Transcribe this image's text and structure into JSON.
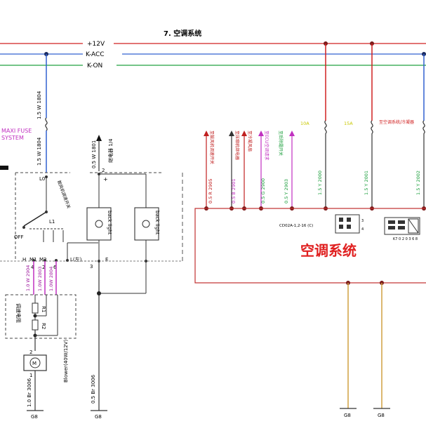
{
  "title": "7. 空调系统",
  "rails": {
    "plus12v": "+12V",
    "kacc": "K-ACC",
    "kon": "K-ON"
  },
  "fuse": {
    "line1": "MAXI FUSE",
    "line2": "SYSTEM"
  },
  "switch": {
    "term_lo": "L0",
    "term_l1": "L1",
    "off": "OFF",
    "pos_h": "H",
    "pos_m1": "M1",
    "pos_m2": "M2",
    "pos_l": "L(左)",
    "pin4": "4",
    "pin2": "2",
    "pin6": "6",
    "pin1": "1",
    "pin3": "3",
    "hint": "鼓风机调速开关"
  },
  "relay": {
    "pin2": "2",
    "pin_plus": "+",
    "pin3": "3",
    "pin_e": "E"
  },
  "resistor": {
    "r1": "R1",
    "r2": "R2",
    "box_label": "调速电阻"
  },
  "motor": {
    "pin2": "2",
    "pin1": "1",
    "label": "Blower(40W/12V)"
  },
  "wires": {
    "w_rail_fuse": "1.5 W 1804",
    "w_fuse_sw": "1.5 W 1804",
    "w_relay_in": "0.5 W 1801",
    "w_relay_out": "继电器 1/4",
    "w_h": "1.0 W 2904",
    "w_m1": "1.0W 2803",
    "w_m2": "1.0W 2804",
    "w_motor_gnd": "1.0 Br 3006",
    "w_relay_gnd": "0.5 Br 3006"
  },
  "grounds": {
    "g1": "G8",
    "g2": "G8",
    "g3": "G8",
    "g4": "G8"
  },
  "relays_right": {
    "box1": "back light",
    "box2": "back light"
  },
  "ac_system": {
    "title": "空调系统",
    "conn1": "CD02A-1,2-16 (C)",
    "conn2": "K7 0 2 0 3 6 8",
    "arrows": [
      "至鼓风机调速开关",
      "至压缩机继电器",
      "至冷凝风扇",
      "至ECU空调请求",
      "至后除霜开关"
    ],
    "wire_labels": [
      "0.5 R 2905",
      "0.5 B 2901",
      "0.5 G 2900",
      "0.5 Y 2903",
      "1.5 Y 2000",
      "1.5 Y 2001",
      "1.5 Y 2002"
    ],
    "fuse_tags": [
      "10A",
      "15A",
      "至空调系统/冷凝器"
    ]
  }
}
